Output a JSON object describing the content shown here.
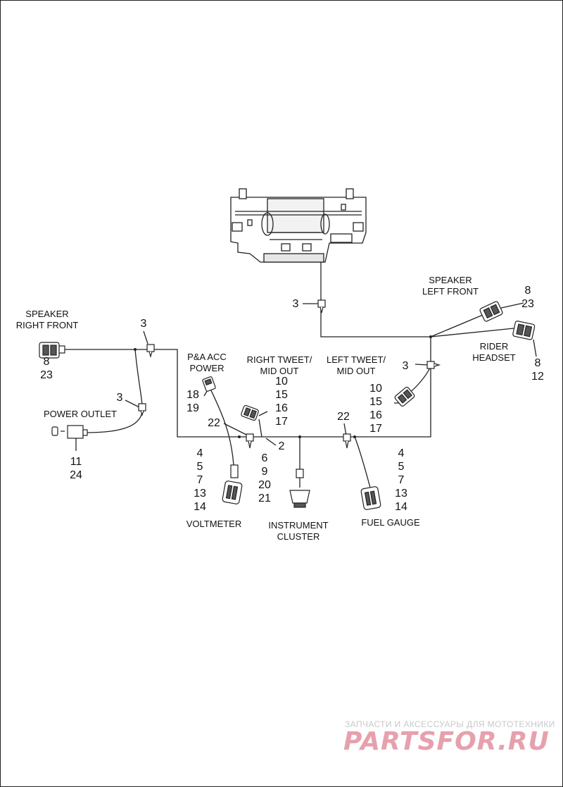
{
  "labels": {
    "speaker_right_front": "SPEAKER\nRIGHT FRONT",
    "speaker_left_front": "SPEAKER\nLEFT FRONT",
    "rider_headset": "RIDER\nHEADSET",
    "pa_acc_power": "P&A ACC\nPOWER",
    "right_tweet": "RIGHT TWEET/\nMID OUT",
    "left_tweet": "LEFT TWEET/\nMID OUT",
    "power_outlet": "POWER OUTLET",
    "voltmeter": "VOLTMETER",
    "instrument_cluster": "INSTRUMENT\nCLUSTER",
    "fuel_gauge": "FUEL GAUGE"
  },
  "callouts": {
    "clip_top": "3",
    "clip_right_front": "3",
    "clip_power_outlet": "3",
    "clip_left": "3",
    "speaker_right_front_parts": "8\n23",
    "speaker_left_front_parts": "8\n23",
    "rider_headset_parts": "8\n12",
    "pa_acc_parts": "18\n19",
    "right_tweet_parts": "10\n15\n16\n17",
    "left_tweet_parts": "10\n15\n16\n17",
    "power_outlet_parts": "11\n24",
    "voltmeter_parts": "4\n5\n7\n13\n14",
    "instrument_parts": "6\n9\n20\n21",
    "fuel_gauge_parts": "4\n5\n7\n13\n14",
    "clip_22_left": "22",
    "clip_22_right": "22",
    "harness_2": "2"
  },
  "watermark": {
    "tagline": "ЗАПЧАСТИ И АКСЕССУАРЫ ДЛЯ МОТОТЕХНИКИ",
    "brand": "PARTSFOR.RU"
  }
}
